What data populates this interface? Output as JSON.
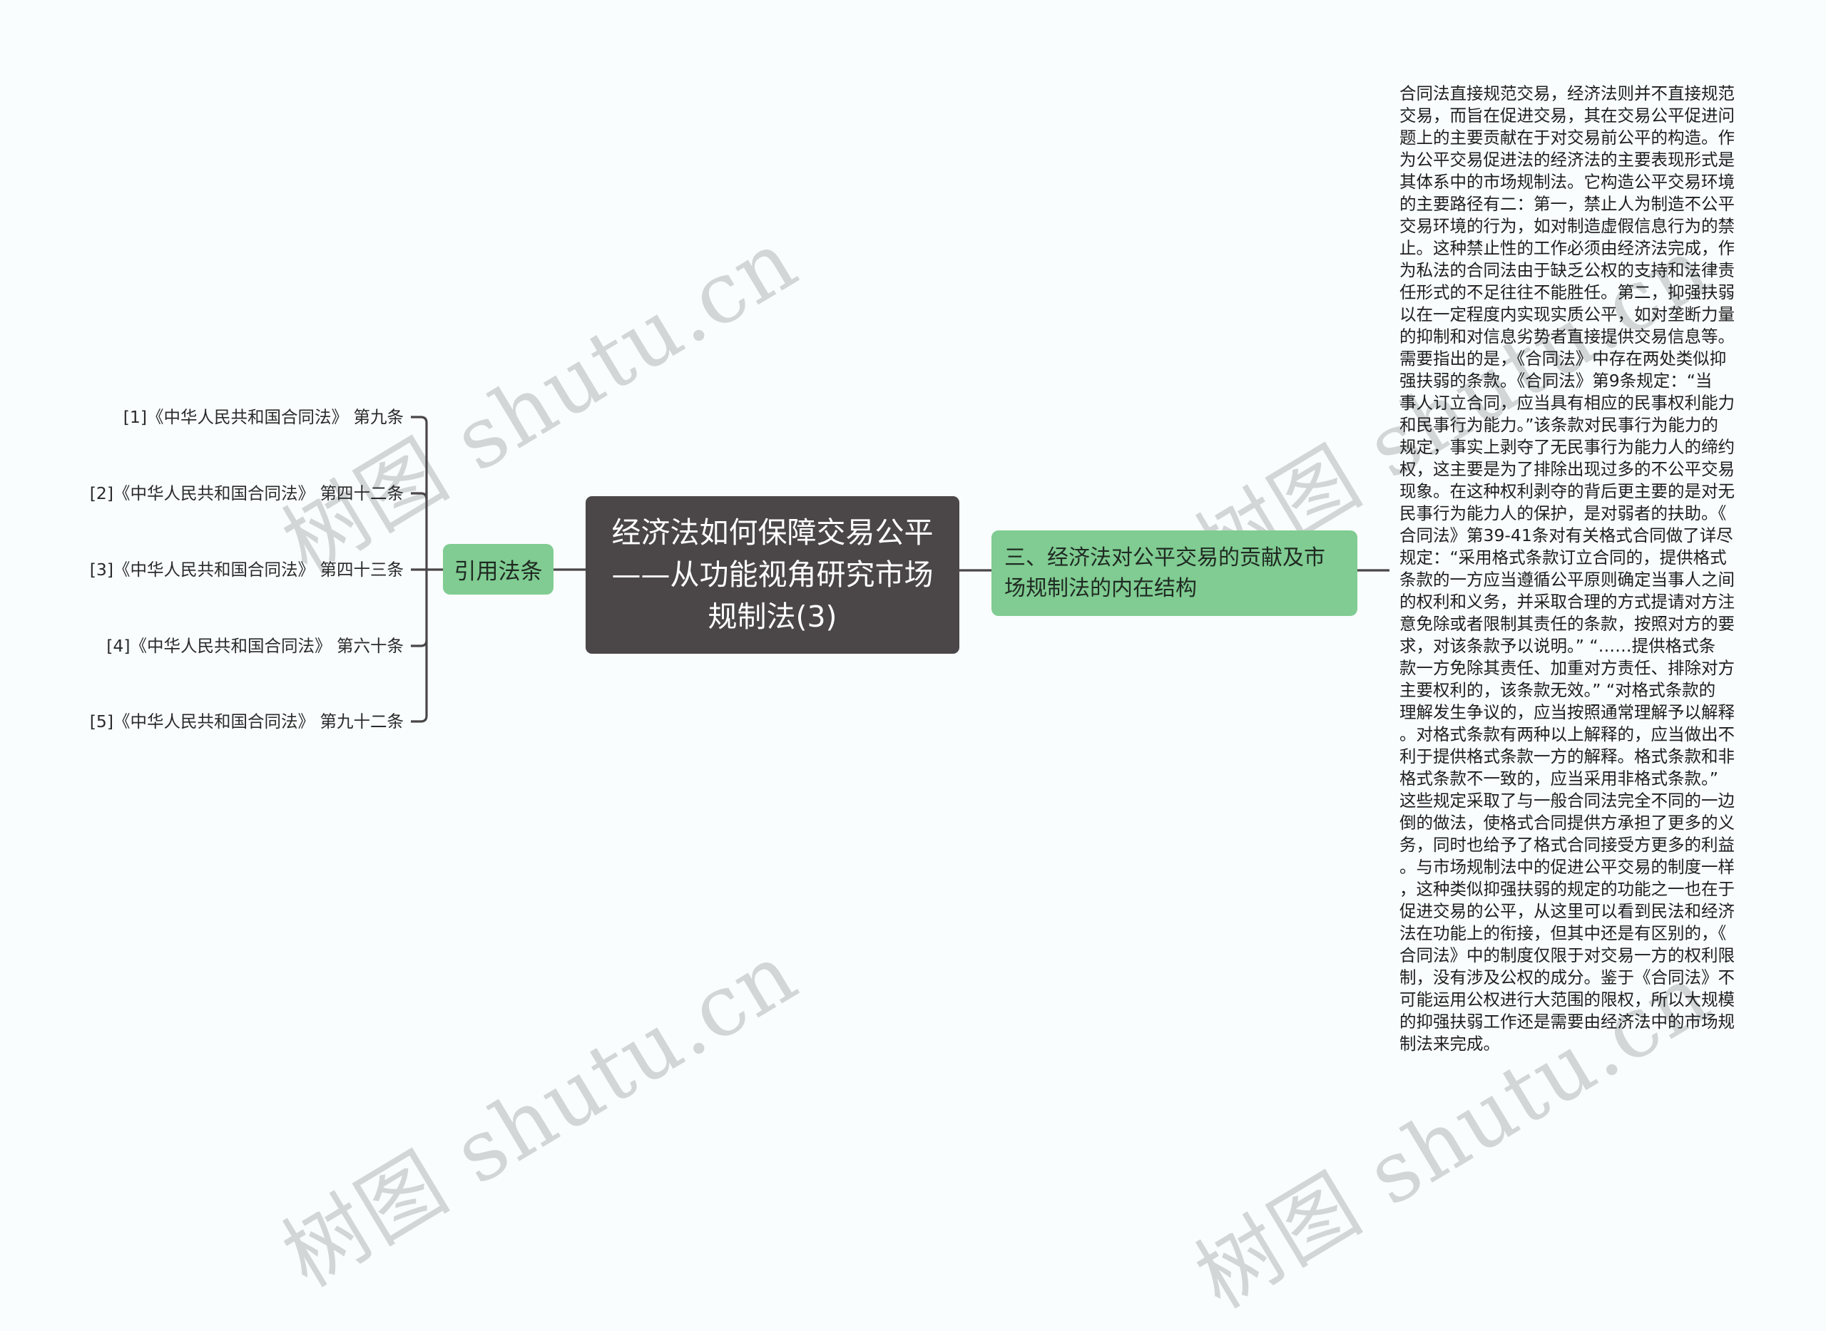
{
  "watermark": {
    "text": "树图 shutu.cn",
    "color": "#d2d6d6"
  },
  "colors": {
    "background": "#f9fdfd",
    "root_fill": "#4b4647",
    "branch_fill": "#80cc92",
    "connector": "#4a4647"
  },
  "root": {
    "lines": [
      "经济法如何保障交易公平",
      "——从功能视角研究市场",
      "规制法(3)"
    ]
  },
  "left_branch": {
    "label": "引用法条",
    "items": [
      "[1]《中华人民共和国合同法》 第九条",
      "[2]《中华人民共和国合同法》 第四十二条",
      "[3]《中华人民共和国合同法》 第四十三条",
      "[4]《中华人民共和国合同法》 第六十条",
      "[5]《中华人民共和国合同法》 第九十二条"
    ]
  },
  "right_branch": {
    "label_lines": [
      "三、经济法对公平交易的贡献及市",
      "场规制法的内在结构"
    ],
    "detail_lines": [
      "合同法直接规范交易，经济法则并不直接规范",
      "交易，而旨在促进交易，其在交易公平促进问",
      "题上的主要贡献在于对交易前公平的构造。作",
      "为公平交易促进法的经济法的主要表现形式是",
      "其体系中的市场规制法。它构造公平交易环境",
      "的主要路径有二：第一，禁止人为制造不公平",
      "交易环境的行为，如对制造虚假信息行为的禁",
      "止。这种禁止性的工作必须由经济法完成，作",
      "为私法的合同法由于缺乏公权的支持和法律责",
      "任形式的不足往往不能胜任。第二，抑强扶弱",
      "以在一定程度内实现实质公平，如对垄断力量",
      "的抑制和对信息劣势者直接提供交易信息等。",
      "需要指出的是，《合同法》中存在两处类似抑",
      "强扶弱的条款。《合同法》第9条规定：“当",
      "事人订立合同，应当具有相应的民事权利能力",
      "和民事行为能力。”该条款对民事行为能力的",
      "规定，事实上剥夺了无民事行为能力人的缔约",
      "权，这主要是为了排除出现过多的不公平交易",
      "现象。在这种权利剥夺的背后更主要的是对无",
      "民事行为能力人的保护，是对弱者的扶助。《",
      "合同法》第39-41条对有关格式合同做了详尽",
      "规定：“采用格式条款订立合同的，提供格式",
      "条款的一方应当遵循公平原则确定当事人之间",
      "的权利和义务，并采取合理的方式提请对方注",
      "意免除或者限制其责任的条款，按照对方的要",
      "求，对该条款予以说明。” “……提供格式条",
      "款一方免除其责任、加重对方责任、排除对方",
      "主要权利的，该条款无效。” “对格式条款的",
      "理解发生争议的，应当按照通常理解予以解释",
      "。对格式条款有两种以上解释的，应当做出不",
      "利于提供格式条款一方的解释。格式条款和非",
      "格式条款不一致的，应当采用非格式条款。”",
      "这些规定采取了与一般合同法完全不同的一边",
      "倒的做法，使格式合同提供方承担了更多的义",
      "务，同时也给予了格式合同接受方更多的利益",
      "。与市场规制法中的促进公平交易的制度一样",
      "，这种类似抑强扶弱的规定的功能之一也在于",
      "促进交易的公平，从这里可以看到民法和经济",
      "法在功能上的衔接，但其中还是有区别的，《",
      "合同法》中的制度仅限于对交易一方的权利限",
      "制，没有涉及公权的成分。鉴于《合同法》不",
      "可能运用公权进行大范围的限权，所以大规模",
      "的抑强扶弱工作还是需要由经济法中的市场规",
      "制法来完成。"
    ]
  }
}
